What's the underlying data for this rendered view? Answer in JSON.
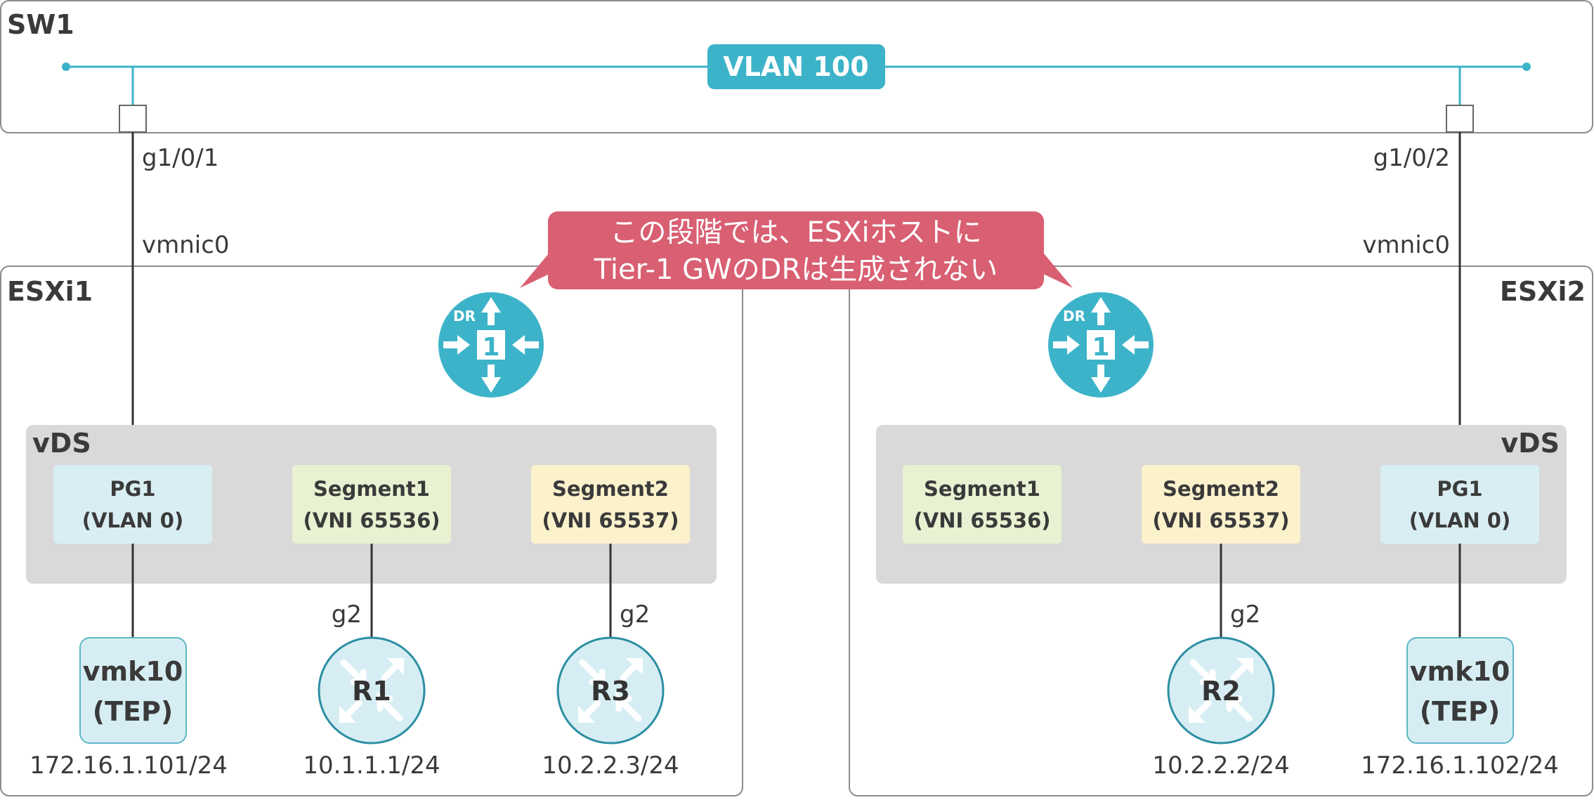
{
  "sw1": {
    "name": "SW1",
    "vlan": "VLAN 100"
  },
  "ports": {
    "left": "g1/0/1",
    "right": "g1/0/2"
  },
  "callout": {
    "line1": "この段階では、ESXiホストに",
    "line2": "Tier-1 GWのDRは生成されない"
  },
  "esxi1": {
    "name": "ESXi1",
    "uplink": "vmnic0",
    "dr": {
      "tag": "DR",
      "number": "1"
    },
    "vds": "vDS",
    "portgroups": [
      {
        "line1": "PG1",
        "line2": "(VLAN 0)",
        "color": "#d9eef3"
      },
      {
        "line1": "Segment1",
        "line2": "(VNI 65536)",
        "color": "#e8f2d2"
      },
      {
        "line1": "Segment2",
        "line2": "(VNI 65537)",
        "color": "#fbf2cc"
      }
    ],
    "vmk": {
      "line1": "vmk10",
      "line2": "(TEP)",
      "ip": "172.16.1.101/24"
    },
    "routers": [
      {
        "name": "R1",
        "iface": "g2",
        "ip": "10.1.1.1/24"
      },
      {
        "name": "R3",
        "iface": "g2",
        "ip": "10.2.2.3/24"
      }
    ]
  },
  "esxi2": {
    "name": "ESXi2",
    "uplink": "vmnic0",
    "dr": {
      "tag": "DR",
      "number": "1"
    },
    "vds": "vDS",
    "portgroups": [
      {
        "line1": "Segment1",
        "line2": "(VNI 65536)",
        "color": "#e8f2d2"
      },
      {
        "line1": "Segment2",
        "line2": "(VNI 65537)",
        "color": "#fbf2cc"
      },
      {
        "line1": "PG1",
        "line2": "(VLAN 0)",
        "color": "#d9eef3"
      }
    ],
    "vmk": {
      "line1": "vmk10",
      "line2": "(TEP)",
      "ip": "172.16.1.102/24"
    },
    "routers": [
      {
        "name": "R2",
        "iface": "g2",
        "ip": "10.2.2.2/24"
      }
    ]
  },
  "colors": {
    "teal": "#3cb3c8",
    "callout": "#d95f72",
    "vds_bg": "#d9d9d9",
    "border": "#8c8c8c",
    "router_fill": "#d6eef3",
    "router_stroke": "#2c8ea3"
  }
}
